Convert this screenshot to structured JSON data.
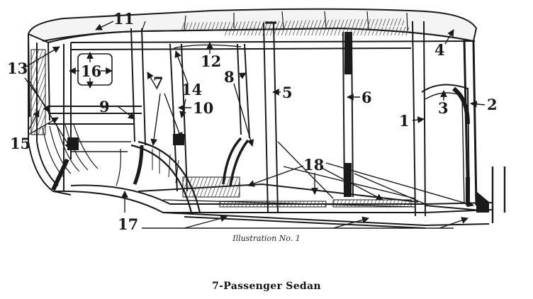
{
  "figure": {
    "caption": "Illustration No. 1",
    "title": "7-Passenger Sedan"
  },
  "callouts": {
    "c1": "1",
    "c2": "2",
    "c3": "3",
    "c4": "4",
    "c5": "5",
    "c6": "6",
    "c7": "7",
    "c8": "8",
    "c9": "9",
    "c10": "10",
    "c11": "11",
    "c12": "12",
    "c13": "13",
    "c14": "14",
    "c15": "15",
    "c16": "16",
    "c17": "17",
    "c18": "18"
  },
  "colors": {
    "ink": "#1a1a1a",
    "paper": "#ffffff"
  }
}
